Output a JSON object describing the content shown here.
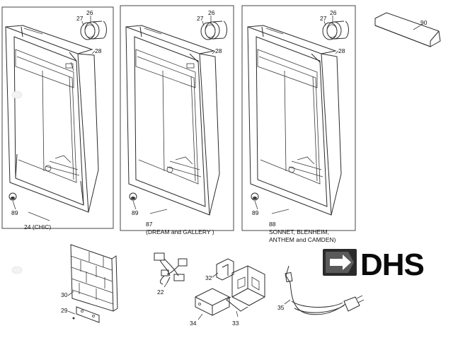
{
  "callouts": {
    "p26a": "26",
    "p27a": "27",
    "p28a": "28",
    "p89a": "89",
    "p26b": "26",
    "p27b": "27",
    "p28b": "28",
    "p89b": "89",
    "p26c": "26",
    "p27c": "27",
    "p28c": "28",
    "p89c": "89",
    "p90": "90",
    "p30": "30",
    "p29": "29",
    "p22": "22",
    "p32": "32",
    "p34": "34",
    "p33": "33",
    "p35": "35"
  },
  "captions": {
    "chic": "24 (CHIC)",
    "dream_num": "87",
    "dream": "(DREAM and GALLERY )",
    "sonnet_num": "88",
    "sonnet_line1": "SONNET, BLENHEIM,",
    "sonnet_line2": "ANTHEM and CAMDEN)"
  },
  "logo": {
    "text": "DHS",
    "icon": "arrow-logo-icon"
  }
}
